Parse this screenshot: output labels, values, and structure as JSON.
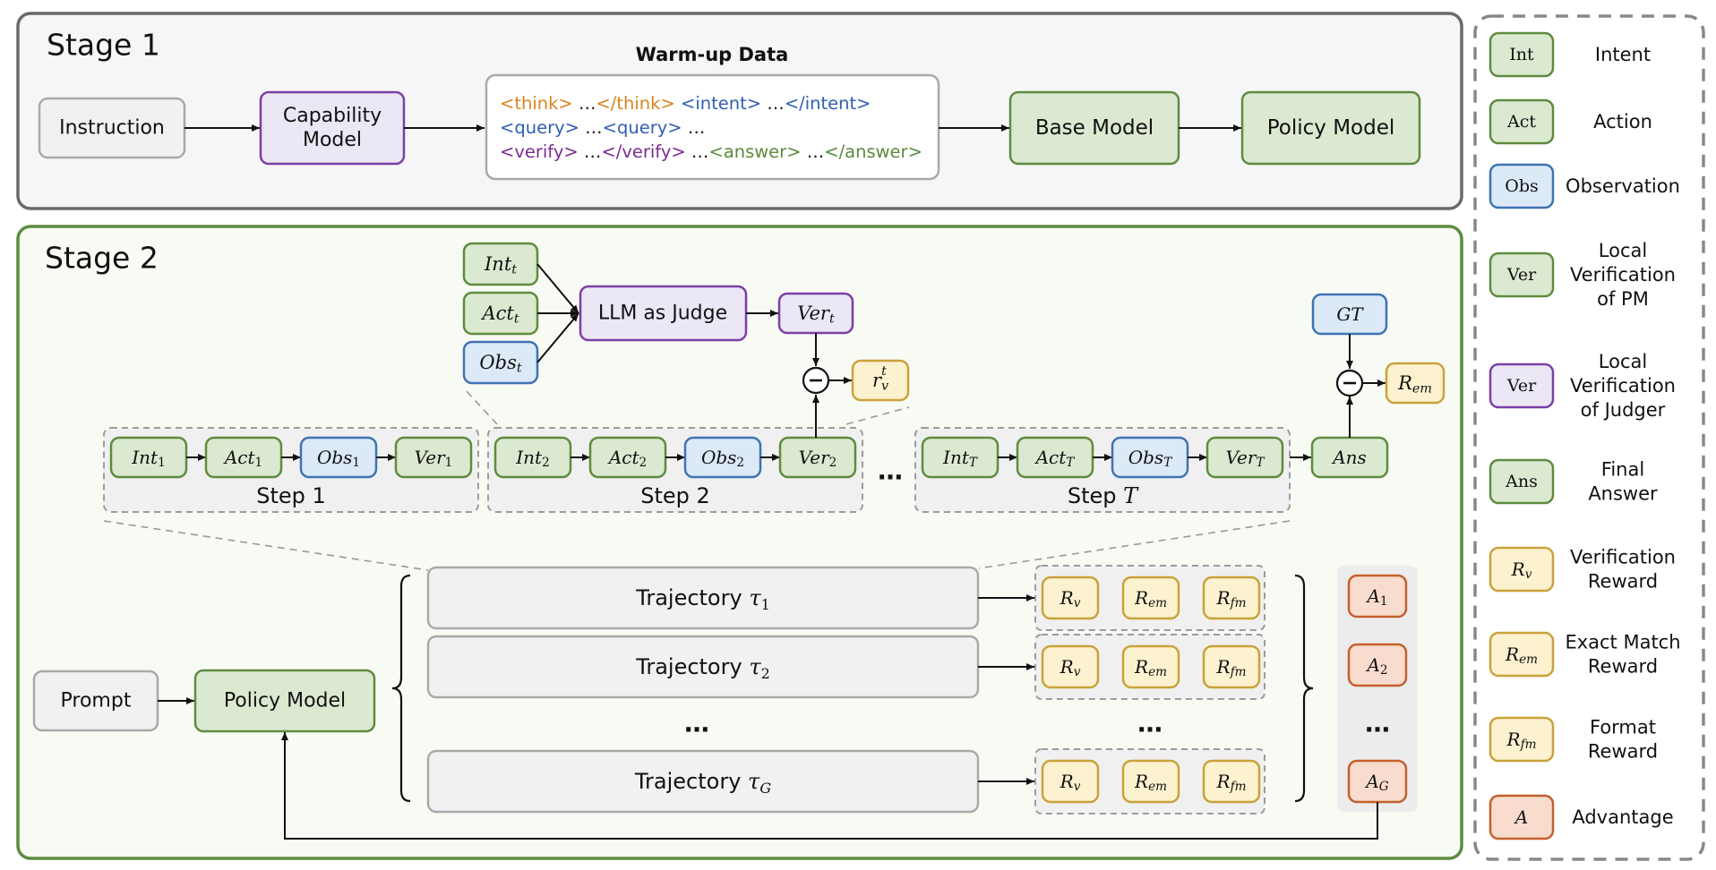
{
  "colors": {
    "green_fill": "#dbe9d1",
    "green_stroke": "#5e8b3e",
    "blue_fill": "#dce9f7",
    "blue_stroke": "#3f72b5",
    "purple_fill": "#ebe7f4",
    "purple_stroke": "#7b3fa6",
    "yellow_fill": "#fdf2cf",
    "yellow_stroke": "#c9a23b",
    "orange_fill": "#f8dccd",
    "orange_stroke": "#c4602c",
    "gray_fill": "#f1f1f1",
    "gray_stroke": "#a9a9a9",
    "tag_orange": "#d9831f",
    "tag_blue": "#2f5fb3",
    "tag_purple": "#7a2d8f",
    "tag_green": "#5a8a3a"
  },
  "stage1": {
    "title": "Stage 1",
    "instruction": "Instruction",
    "capability_model": "Capability\nModel",
    "warmup_title": "Warm-up Data",
    "warmup_lines": [
      [
        [
          "<think>",
          "orange"
        ],
        [
          " …",
          "black"
        ],
        [
          "</think>",
          "orange"
        ],
        [
          "  <intent>",
          "blue"
        ],
        [
          " …",
          "black"
        ],
        [
          "</intent>",
          "blue"
        ]
      ],
      [
        [
          "<query>",
          "blue"
        ],
        [
          " …",
          "black"
        ],
        [
          "<query>",
          "blue"
        ],
        [
          " …",
          "black"
        ]
      ],
      [
        [
          "<verify>",
          "purple"
        ],
        [
          " …",
          "black"
        ],
        [
          "</verify>",
          "purple"
        ],
        [
          " …",
          "black"
        ],
        [
          "<answer>",
          "green"
        ],
        [
          " …",
          "black"
        ],
        [
          "</answer>",
          "green"
        ]
      ]
    ],
    "base_model": "Base Model",
    "policy_model": "Policy Model"
  },
  "stage2": {
    "title": "Stage 2",
    "judge_inputs": [
      {
        "base": "Int",
        "sub": "t",
        "kind": "green"
      },
      {
        "base": "Act",
        "sub": "t",
        "kind": "green"
      },
      {
        "base": "Obs",
        "sub": "t",
        "kind": "blue"
      }
    ],
    "llm_judge": "LLM as Judge",
    "ver_t": {
      "base": "Ver",
      "sub": "t"
    },
    "r_v_t": {
      "base": "r",
      "sub": "v",
      "sup": "t"
    },
    "gt": "GT",
    "r_em_top": {
      "base": "R",
      "sub": "em"
    },
    "minus": "−",
    "steps": [
      {
        "label": "Step 1",
        "italic_suffix": "",
        "items": [
          {
            "base": "Int",
            "sub": "1",
            "kind": "green"
          },
          {
            "base": "Act",
            "sub": "1",
            "kind": "green"
          },
          {
            "base": "Obs",
            "sub": "1",
            "kind": "blue"
          },
          {
            "base": "Ver",
            "sub": "1",
            "kind": "green"
          }
        ]
      },
      {
        "label": "Step 2",
        "italic_suffix": "",
        "items": [
          {
            "base": "Int",
            "sub": "2",
            "kind": "green"
          },
          {
            "base": "Act",
            "sub": "2",
            "kind": "green"
          },
          {
            "base": "Obs",
            "sub": "2",
            "kind": "blue"
          },
          {
            "base": "Ver",
            "sub": "2",
            "kind": "green"
          }
        ]
      },
      {
        "label": "Step ",
        "italic_suffix": "T",
        "items": [
          {
            "base": "Int",
            "sub": "T",
            "kind": "green"
          },
          {
            "base": "Act",
            "sub": "T",
            "kind": "green"
          },
          {
            "base": "Obs",
            "sub": "T",
            "kind": "blue"
          },
          {
            "base": "Ver",
            "sub": "T",
            "kind": "green"
          }
        ]
      }
    ],
    "steps_ellipsis": "…",
    "ans": "Ans",
    "prompt": "Prompt",
    "policy_model": "Policy Model",
    "trajectories": [
      {
        "label": "Trajectory ",
        "sym": "τ",
        "sub": "1"
      },
      {
        "label": "Trajectory ",
        "sym": "τ",
        "sub": "2"
      },
      {
        "label": "Trajectory ",
        "sym": "τ",
        "sub": "G"
      }
    ],
    "traj_ellipsis": "…",
    "rewards": [
      {
        "base": "R",
        "sub": "v"
      },
      {
        "base": "R",
        "sub": "em"
      },
      {
        "base": "R",
        "sub": "fm"
      }
    ],
    "advantages": [
      {
        "base": "A",
        "sub": "1"
      },
      {
        "base": "A",
        "sub": "2"
      },
      {
        "base": "A",
        "sub": "G"
      }
    ],
    "adv_ellipsis": "…"
  },
  "legend": [
    {
      "icon": "Int",
      "kind": "green",
      "label": "Intent"
    },
    {
      "icon": "Act",
      "kind": "green",
      "label": "Action"
    },
    {
      "icon": "Obs",
      "kind": "blue",
      "label": "Observation"
    },
    {
      "icon": "Ver",
      "kind": "green",
      "label": "Local\nVerification\nof PM"
    },
    {
      "icon": "Ver",
      "kind": "purple",
      "label": "Local\nVerification\nof Judger"
    },
    {
      "icon": "Ans",
      "kind": "green",
      "label": "Final\nAnswer"
    },
    {
      "icon_math": {
        "base": "R",
        "sub": "v"
      },
      "kind": "yellow",
      "label": "Verification\nReward"
    },
    {
      "icon_math": {
        "base": "R",
        "sub": "em"
      },
      "kind": "yellow",
      "label": "Exact Match\nReward"
    },
    {
      "icon_math": {
        "base": "R",
        "sub": "fm"
      },
      "kind": "yellow",
      "label": "Format\nReward"
    },
    {
      "icon_math": {
        "base": "A",
        "sub": ""
      },
      "kind": "orange",
      "label": "Advantage"
    }
  ]
}
